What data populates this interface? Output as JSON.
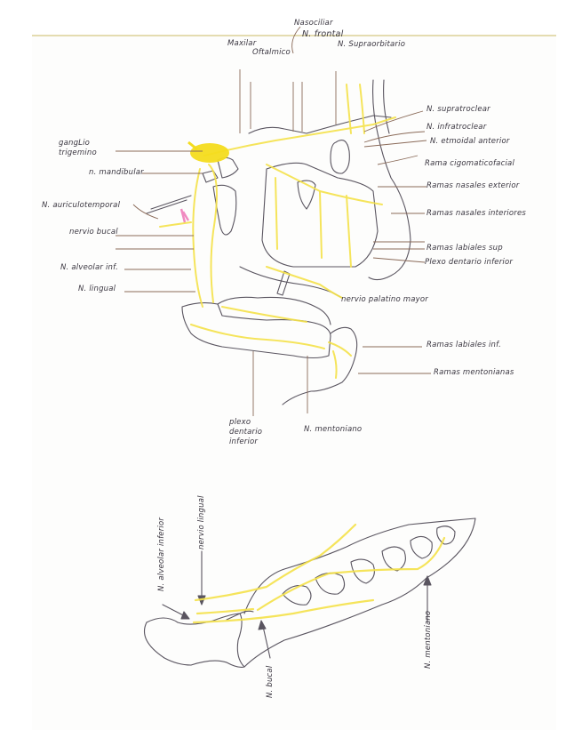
{
  "diagram": {
    "colors": {
      "paper": "#fdfdfc",
      "pencil": "#5a5560",
      "leader_line": "#8a6a58",
      "nerve": "#f5e24a",
      "ganglion": "#f4dc1e",
      "accent_pink": "#f08ac0"
    },
    "upper_figure": {
      "title_labels": {
        "nasociliar": "Nasociliar",
        "frontal": "N. frontal",
        "maxilar": "Maxilar",
        "oftalmico": "Oftalmico",
        "supraorbitario": "N. Supraorbitario"
      },
      "left_labels": [
        "gangLio trigemino",
        "n. mandibular",
        "N. auriculotemporal",
        "nervio bucal",
        "N. alveolar inf.",
        "N. lingual"
      ],
      "right_labels": [
        "N. supratroclear",
        "N. infratroclear",
        "N. etmoidal anterior",
        "Rama cigomaticofacial",
        "Ramas nasales exterior",
        "Ramas nasales interiores",
        "Ramas labiales sup",
        "Plexo dentario inferior",
        "nervio palatino mayor",
        "Ramas labiales inf.",
        "Ramas mentonianas"
      ],
      "bottom_labels": [
        "plexo dentario inferior",
        "N. mentoniano"
      ]
    },
    "lower_figure": {
      "labels": [
        "N. alveolar inferior",
        "nervio lingual",
        "N. bucal",
        "N. mentoniano"
      ]
    }
  }
}
